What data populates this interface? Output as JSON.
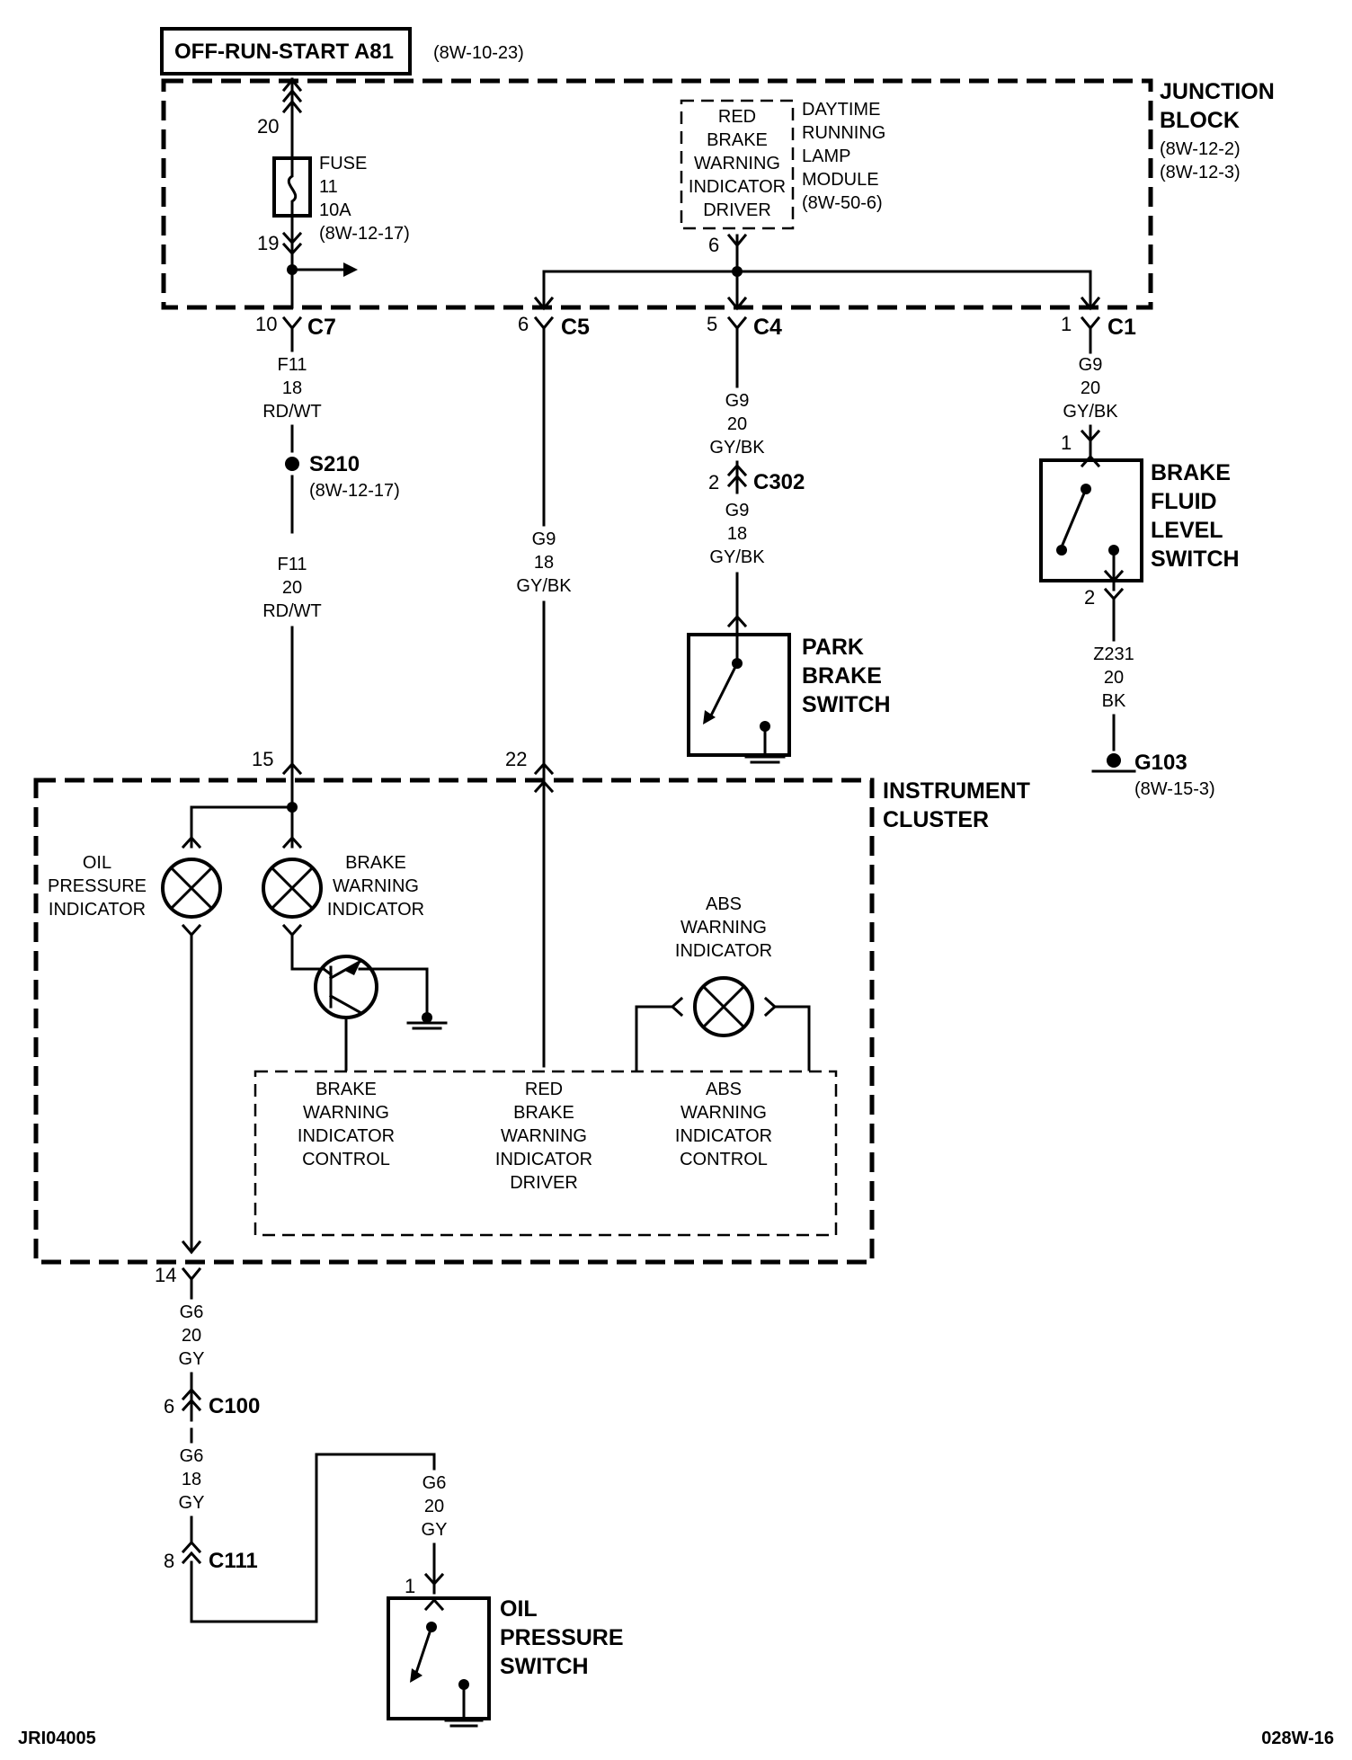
{
  "header": {
    "power_source": "OFF-RUN-START A81",
    "power_source_ref": "(8W-10-23)"
  },
  "junction_block": {
    "title": [
      "JUNCTION",
      "BLOCK"
    ],
    "refs": [
      "(8W-12-2)",
      "(8W-12-3)"
    ],
    "fuse": {
      "in_pin": "20",
      "out_pin": "19",
      "lines": [
        "FUSE",
        "11",
        "10A",
        "(8W-12-17)"
      ]
    },
    "drl_box": [
      "RED",
      "BRAKE",
      "WARNING",
      "INDICATOR",
      "DRIVER"
    ],
    "drl_module": [
      "DAYTIME",
      "RUNNING",
      "LAMP",
      "MODULE",
      "(8W-50-6)"
    ],
    "drl_pin": "6"
  },
  "connectors": {
    "c7": {
      "pin": "10",
      "name": "C7"
    },
    "c5": {
      "pin": "6",
      "name": "C5"
    },
    "c4": {
      "pin": "5",
      "name": "C4"
    },
    "c1": {
      "pin": "1",
      "name": "C1"
    },
    "c302": {
      "pin": "2",
      "name": "C302"
    },
    "c100": {
      "pin": "6",
      "name": "C100"
    },
    "c111": {
      "pin": "8",
      "name": "C111"
    }
  },
  "wires": {
    "f11_upper": [
      "F11",
      "18",
      "RD/WT"
    ],
    "f11_lower": [
      "F11",
      "20",
      "RD/WT"
    ],
    "g9_c5": [
      "G9",
      "18",
      "GY/BK"
    ],
    "g9_c4_upper": [
      "G9",
      "20",
      "GY/BK"
    ],
    "g9_c4_lower": [
      "G9",
      "18",
      "GY/BK"
    ],
    "g9_c1": [
      "G9",
      "20",
      "GY/BK"
    ],
    "z231": [
      "Z231",
      "20",
      "BK"
    ],
    "g6_upper": [
      "G6",
      "20",
      "GY"
    ],
    "g6_middle": [
      "G6",
      "18",
      "GY"
    ],
    "g6_switch": [
      "G6",
      "20",
      "GY"
    ]
  },
  "splice": {
    "name": "S210",
    "ref": "(8W-12-17)"
  },
  "ground": {
    "name": "G103",
    "ref": "(8W-15-3)"
  },
  "brake_fluid_switch": {
    "label": [
      "BRAKE",
      "FLUID",
      "LEVEL",
      "SWITCH"
    ],
    "pin_top": "1",
    "pin_bottom": "2"
  },
  "park_brake_switch": {
    "label": [
      "PARK",
      "BRAKE",
      "SWITCH"
    ]
  },
  "oil_pressure_switch": {
    "label": [
      "OIL",
      "PRESSURE",
      "SWITCH"
    ],
    "pin": "1"
  },
  "instrument_cluster": {
    "title": [
      "INSTRUMENT",
      "CLUSTER"
    ],
    "pin_15": "15",
    "pin_22": "22",
    "pin_14": "14",
    "oil_indicator": [
      "OIL",
      "PRESSURE",
      "INDICATOR"
    ],
    "brake_indicator": [
      "BRAKE",
      "WARNING",
      "INDICATOR"
    ],
    "abs_indicator": [
      "ABS",
      "WARNING",
      "INDICATOR"
    ],
    "module_brake_control": [
      "BRAKE",
      "WARNING",
      "INDICATOR",
      "CONTROL"
    ],
    "module_red_driver": [
      "RED",
      "BRAKE",
      "WARNING",
      "INDICATOR",
      "DRIVER"
    ],
    "module_abs_control": [
      "ABS",
      "WARNING",
      "INDICATOR",
      "CONTROL"
    ]
  },
  "footer": {
    "left_code": "JRI04005",
    "right_code": "028W-16"
  }
}
